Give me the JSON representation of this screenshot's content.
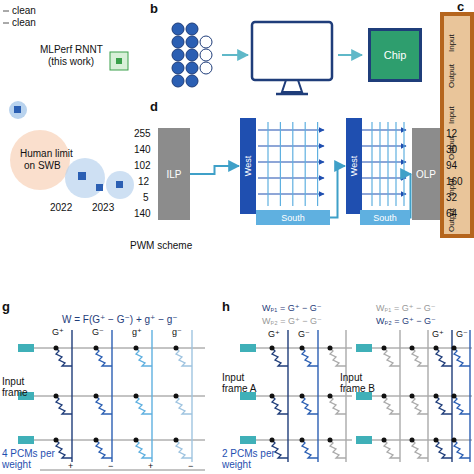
{
  "diagram": {
    "nodes": [
      {
        "text": [
          "Chip"
        ]
      },
      {
        "text": [
          "ILP"
        ]
      },
      {
        "text": [
          "West"
        ]
      },
      {
        "text": [
          "South"
        ]
      },
      {
        "text": [
          "West"
        ]
      },
      {
        "text": [
          "South"
        ]
      },
      {
        "text": [
          "OLP"
        ]
      }
    ],
    "edges": [
      {
        "from": 1,
        "to": 2,
        "arrow": "to"
      },
      {
        "from": 3,
        "to": 4,
        "arrow": "to"
      },
      {
        "from": 5,
        "to": 6,
        "arrow": "to"
      }
    ],
    "labels": [
      "clean",
      "clean",
      "MLPerf RNNT",
      "(this work)",
      "Human limit",
      "on SWB",
      "2022",
      "2023",
      "b",
      "c",
      "d",
      "g",
      "h",
      "255",
      "140",
      "102",
      "12",
      "5",
      "140",
      "12",
      "30",
      "94",
      "160",
      "32",
      "64",
      "PWM scheme",
      "W = F(G⁺ − G⁻) + g⁺ − g⁻",
      "G⁺",
      "G⁻",
      "g⁺",
      "g⁻",
      "Input frame",
      "4 PCMs per weight",
      "Wₚ₁ = G⁺ − G⁻",
      "Wₚ₂ = G⁺ − G⁻",
      "Wₚ₁ = G⁺ − G⁻",
      "Wₚ₂ = G⁺ − G⁻",
      "G⁺",
      "G⁻",
      "G⁺",
      "G⁻",
      "Input frame A",
      "Input frame B",
      "2 PCMs per weight",
      "Input",
      "Output",
      "Input",
      "Output",
      "Input",
      "Output",
      "+",
      "−",
      "+",
      "−"
    ]
  }
}
